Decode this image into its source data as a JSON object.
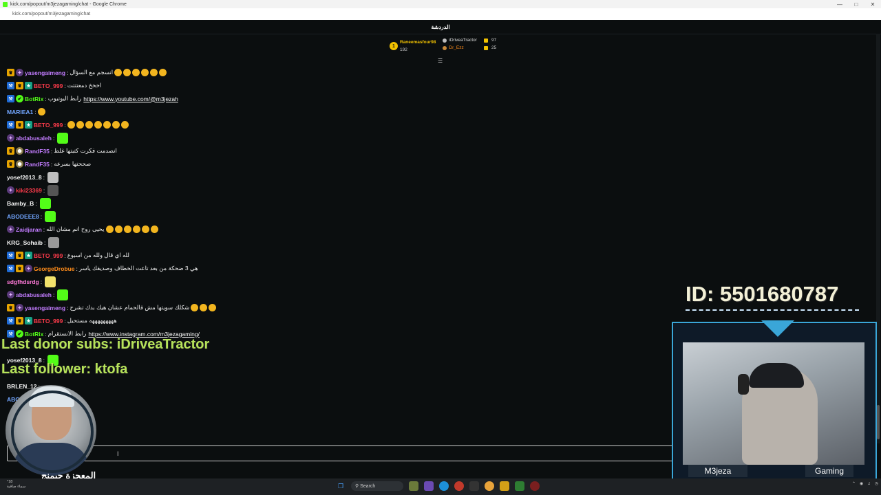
{
  "window": {
    "title": "kick.com/popout/m3jezagaming/chat - Google Chrome",
    "url": "kick.com/popout/m3jezagaming/chat"
  },
  "chat": {
    "header": "الدردشة",
    "leaderboard": {
      "first": {
        "rank": "1",
        "name": "Raneemasfour98",
        "count": "192"
      },
      "second": {
        "name": "iDriveaTractor",
        "count": "97"
      },
      "third": {
        "name": "Dr_Ezz",
        "count": "25"
      }
    },
    "messages": [
      {
        "user": "yasengaimeng",
        "color": "#c27cff",
        "badges": [
          "crown",
          "gift"
        ],
        "text": "انسجم مع السؤال",
        "emotes": 6
      },
      {
        "user": "BETO_999",
        "color": "#ff3b4b",
        "badges": [
          "mod",
          "crown",
          "vip"
        ],
        "text": "اخخخ دمعتتتت",
        "emotes": 0
      },
      {
        "user": "BotRix",
        "color": "#53fc18",
        "badges": [
          "mod",
          "bot"
        ],
        "text": "رابط اليوتيوب",
        "link": "https://www.youtube.com/@m3jezah",
        "emotes": 0
      },
      {
        "user": "MARIEA1",
        "color": "#72a6ff",
        "badges": [],
        "text": "",
        "emotes": 1
      },
      {
        "user": "BETO_999",
        "color": "#ff3b4b",
        "badges": [
          "mod",
          "crown",
          "vip"
        ],
        "text": "",
        "emotes": 7
      },
      {
        "user": "abdabusaleh",
        "color": "#c27cff",
        "badges": [
          "gift"
        ],
        "text": "",
        "sticker": "#53fc18"
      },
      {
        "user": "RandF35",
        "color": "#c27cff",
        "badges": [
          "crown",
          "hex"
        ],
        "text": "انصدمت فكرت كتبتها غلط",
        "emotes": 0
      },
      {
        "user": "RandF35",
        "color": "#c27cff",
        "badges": [
          "crown",
          "hex"
        ],
        "text": "صححتها بسرعه",
        "emotes": 0
      },
      {
        "user": "yosef2013_8",
        "color": "#f5f5f5",
        "badges": [],
        "text": "",
        "sticker": "#bfbfbf"
      },
      {
        "user": "kiki23369",
        "color": "#ff3b4b",
        "badges": [
          "gift"
        ],
        "text": "",
        "sticker": "#555555"
      },
      {
        "user": "Bamby_B",
        "color": "#f5f5f5",
        "badges": [],
        "text": "",
        "sticker": "#53fc18"
      },
      {
        "user": "ABODEEE8",
        "color": "#72a6ff",
        "badges": [],
        "text": "",
        "sticker": "#53fc18"
      },
      {
        "user": "Zaidjaran",
        "color": "#c27cff",
        "badges": [
          "gift"
        ],
        "text": "يحيى روح انم مشان الله",
        "emotes": 6
      },
      {
        "user": "KRG_Sohaib",
        "color": "#f5f5f5",
        "badges": [],
        "text": "",
        "sticker": "#999999"
      },
      {
        "user": "BETO_999",
        "color": "#ff3b4b",
        "badges": [
          "mod",
          "crown",
          "vip"
        ],
        "text": "لله اي قال ولله من اسبوع",
        "emotes": 0
      },
      {
        "user": "GeorgeDrobue",
        "color": "#ff8c1a",
        "badges": [
          "mod",
          "crown",
          "gift"
        ],
        "text": "هي 3 ضحكة من بعد تاعت الخطاف وصديقك ياسر",
        "emotes": 0
      },
      {
        "user": "sdgfhdsrdg",
        "color": "#ff7ad9",
        "badges": [],
        "text": "",
        "sticker": "#f2e26b"
      },
      {
        "user": "abdabusaleh",
        "color": "#c27cff",
        "badges": [
          "gift"
        ],
        "text": "",
        "sticker": "#53fc18"
      },
      {
        "user": "yasengaimeng",
        "color": "#c27cff",
        "badges": [
          "crown",
          "gift"
        ],
        "text": "شكلك سويتها مش فالحمام عشان هيك بدك تشرح",
        "emotes": 3
      },
      {
        "user": "BETO_999",
        "color": "#ff3b4b",
        "badges": [
          "mod",
          "crown",
          "vip"
        ],
        "text": "هههههههههه مستحيل",
        "emotes": 0
      },
      {
        "user": "BotRix",
        "color": "#53fc18",
        "badges": [
          "mod",
          "bot"
        ],
        "text": "رابط الانستقرام",
        "link": "https://www.instagram.com/m3jezagaming/",
        "emotes": 0
      },
      {
        "user": "",
        "color": "#f5f5f5",
        "badges": [],
        "text": "",
        "emotes": 0
      },
      {
        "user": "yosef2013_8",
        "color": "#f5f5f5",
        "badges": [],
        "text": "",
        "sticker": "#53fc18"
      },
      {
        "user": "",
        "color": "#f5f5f5",
        "badges": [],
        "text": "",
        "emotes": 0
      },
      {
        "user": "BRLEN_12",
        "color": "#f5f5f5",
        "badges": [],
        "text": "",
        "emotes": 0
      },
      {
        "user": "ABC",
        "color": "#72a6ff",
        "badges": [],
        "text": "",
        "emotes": 0
      }
    ]
  },
  "overlay": {
    "donor": "Last donor subs: iDriveaTractor",
    "follower": "Last follower: ktofa",
    "id_text": "ID: 5501680787",
    "cam_left_label": "M3jeza",
    "cam_right_label": "Gaming",
    "brand_text": "المعجزة جيمنج"
  },
  "taskbar": {
    "weather_temp": "°18",
    "weather_desc": "سماء صافية",
    "search": "Search"
  }
}
